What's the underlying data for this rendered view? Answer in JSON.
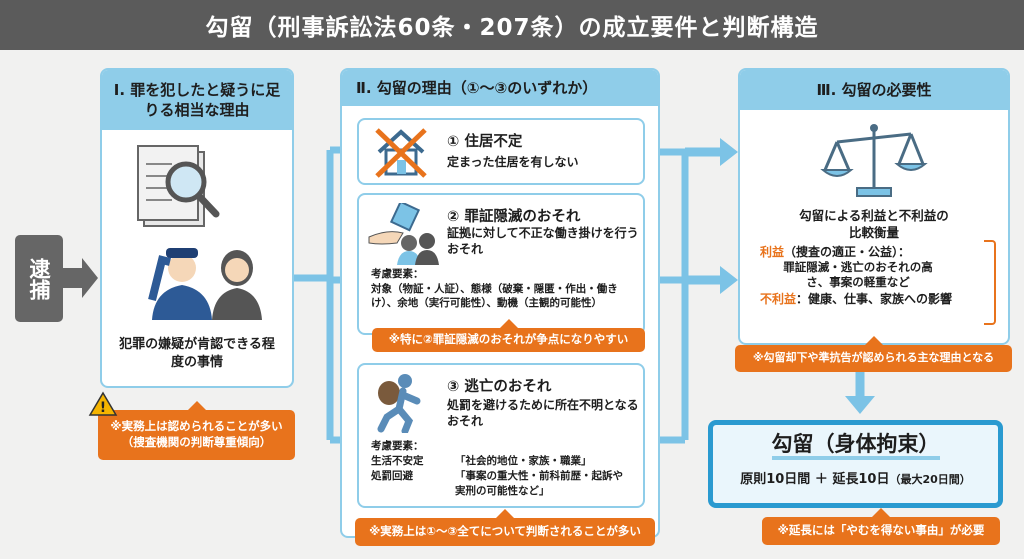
{
  "title": "勾留（刑事訴訟法60条・207条）の成立要件と判断構造",
  "arrest": "逮捕",
  "col1": {
    "header": "Ⅰ. 罪を犯したと疑うに足りる相当な理由",
    "body": "犯罪の嫌疑が肯認できる程度の事情",
    "note_line1": "※実務上は認められることが多い",
    "note_line2": "（捜査機関の判断尊重傾向）"
  },
  "col2": {
    "header": "Ⅱ. 勾留の理由（①〜③のいずれか）",
    "r1": {
      "title": "① 住居不定",
      "desc": "定まった住居を有しない"
    },
    "r2": {
      "title": "② 罪証隠滅のおそれ",
      "desc": "証拠に対して不正な働き掛けを行うおそれ",
      "factors_label": "考慮要素：",
      "factors": "対象（物証・人証）、態様（破棄・隠匿・作出・働きけ）、余地（実行可能性）、動機（主観的可能性）",
      "note": "※特に②罪証隠滅のおそれが争点になりやすい"
    },
    "r3": {
      "title": "③ 逃亡のおそれ",
      "desc": "処罰を避けるために所在不明となるおそれ",
      "factors_label": "考慮要素：",
      "f1_label": "生活不安定",
      "f1_value": "「社会的地位・家族・職業」",
      "f2_label": "処罰回避",
      "f2_value": "「事案の重大性・前科前歴・起訴や実刑の可能性など」"
    },
    "note": "※実務上は①〜③全てについて判断されることが多い"
  },
  "col3": {
    "header": "Ⅲ. 勾留の必要性",
    "lead": "勾留による利益と不利益の比較衡量",
    "benefit_label": "利益",
    "benefit_sub": "（捜査の適正・公益）：",
    "benefit_text": "罪証隠滅・逃亡のおそれの高さ、事案の軽重など",
    "detriment_label": "不利益",
    "detriment_text": "：健康、仕事、家族への影響",
    "note": "※勾留却下や準抗告が認められる主な理由となる"
  },
  "result": {
    "title": "勾留（身体拘束）",
    "main": "原則10日間 ＋ 延長10日",
    "paren": "（最大20日間）",
    "note": "※延長には「やむを得ない事由」が必要"
  },
  "colors": {
    "accent_blue": "#8fcde9",
    "orange": "#e8731c",
    "header_gray": "#5b5b5b"
  }
}
